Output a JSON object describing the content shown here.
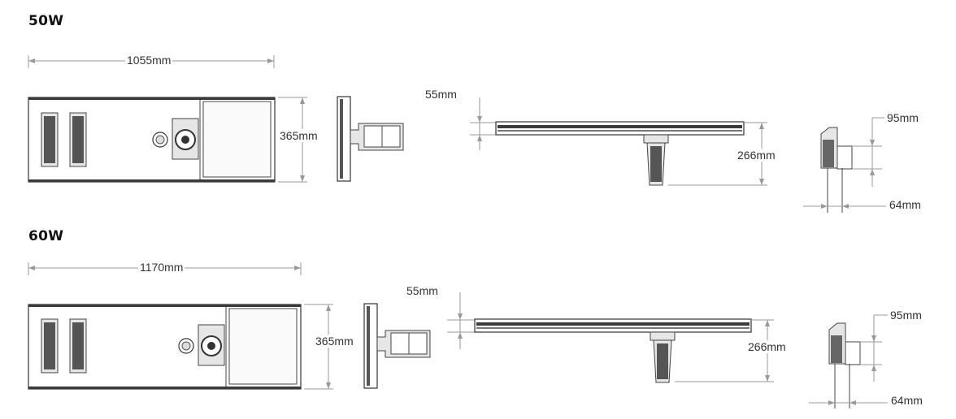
{
  "variants": [
    {
      "title": "50W",
      "dims": {
        "length": "1055mm",
        "height": "365mm",
        "profile_thickness": "55mm",
        "arm_height": "266mm",
        "pole_top": "95mm",
        "pole_diameter": "64mm"
      }
    },
    {
      "title": "60W",
      "dims": {
        "length": "1170mm",
        "height": "365mm",
        "profile_thickness": "55mm",
        "arm_height": "266mm",
        "pole_top": "95mm",
        "pole_diameter": "64mm"
      }
    }
  ]
}
